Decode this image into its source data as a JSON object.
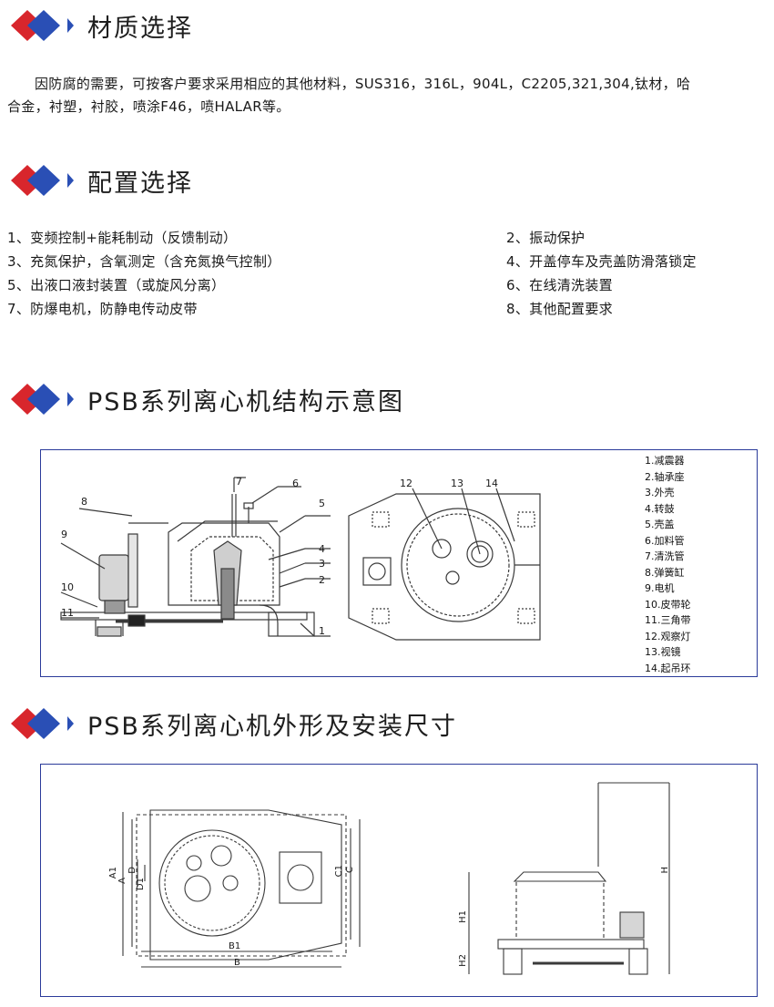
{
  "sections": {
    "material": {
      "title": "材质选择"
    },
    "config": {
      "title": "配置选择"
    },
    "structure": {
      "title": "PSB系列离心机结构示意图"
    },
    "dimensions": {
      "title": "PSB系列离心机外形及安装尺寸"
    }
  },
  "material_text": {
    "line1": "因防腐的需要，可按客户要求采用相应的其他材料，SUS316，316L，904L，C2205,321,304,钛材，哈",
    "line2": "合金，衬塑，衬胶，喷涂F46，喷HALAR等。"
  },
  "config_items": [
    "1、变频控制+能耗制动（反馈制动）",
    "2、振动保护",
    "3、充氮保护，含氧测定（含充氮换气控制）",
    "4、开盖停车及壳盖防滑落锁定",
    "5、出液口液封装置（或旋风分离）",
    "6、在线清洗装置",
    "7、防爆电机，防静电传动皮带",
    "8、其他配置要求"
  ],
  "structure_legend": [
    "1.减震器",
    "2.轴承座",
    "3.外壳",
    "4.转鼓",
    "5.壳盖",
    "6.加料管",
    "7.清洗管",
    "8.弹簧缸",
    "9.电机",
    "10.皮带轮",
    "11.三角带",
    "12.观察灯",
    "13.视镜",
    "14.起吊环"
  ],
  "structure_callouts": {
    "side": [
      "1",
      "2",
      "3",
      "4",
      "5",
      "6",
      "7",
      "8",
      "9",
      "10",
      "11"
    ],
    "top": [
      "12",
      "13",
      "14"
    ]
  },
  "dimension_labels": {
    "top_view": [
      "A1",
      "A",
      "D",
      "D1",
      "C1",
      "C",
      "B1",
      "B"
    ],
    "side_view": [
      "H",
      "H1",
      "H2"
    ]
  },
  "colors": {
    "logo_red": "#d8262c",
    "logo_blue": "#2a4fb5",
    "logo_arrow": "#2a4fb5",
    "frame_border": "#2b3b9a",
    "drawing": "#3a3a3a"
  }
}
